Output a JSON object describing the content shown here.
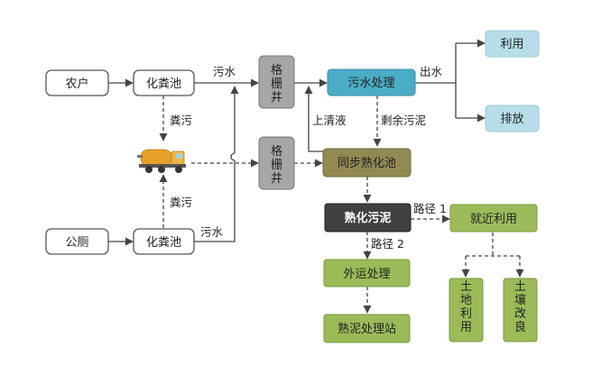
{
  "nodes": {
    "nonghu": "农户",
    "gongce": "公厕",
    "huafenchi_top": "化粪池",
    "huafenchi_bottom": "化粪池",
    "grille_top": "格栅井",
    "grille_bottom": "格栅井",
    "sewage_treatment": "污水处理",
    "sync_maturation": "同步熟化池",
    "matured_sludge": "熟化污泥",
    "reuse": "利用",
    "discharge": "排放",
    "nearby_use": "就近利用",
    "offsite_treatment": "外运处理",
    "sludge_station": "熟泥处理站",
    "land_use": "土地利用",
    "soil_improvement": "土壤改良"
  },
  "labels": {
    "sewage_top": "污水",
    "sewage_bottom": "污水",
    "feces_top": "粪污",
    "feces_bottom": "粪污",
    "effluent": "出水",
    "supernatant": "上清液",
    "excess_sludge": "剩余污泥",
    "route1": "路径 1",
    "route2": "路径 2"
  },
  "colors": {
    "node_fill": "#ffffff",
    "node_stroke": "#555555",
    "grille_fill": "#a6a6a6",
    "treatment_fill": "#4bacc6",
    "outlet_fill": "#b7dee8",
    "maturation_fill": "#938953",
    "dark_fill": "#404040",
    "green_fill": "#9bbb59",
    "line": "#444444"
  },
  "icons": {
    "truck": "sewage-truck-icon"
  }
}
